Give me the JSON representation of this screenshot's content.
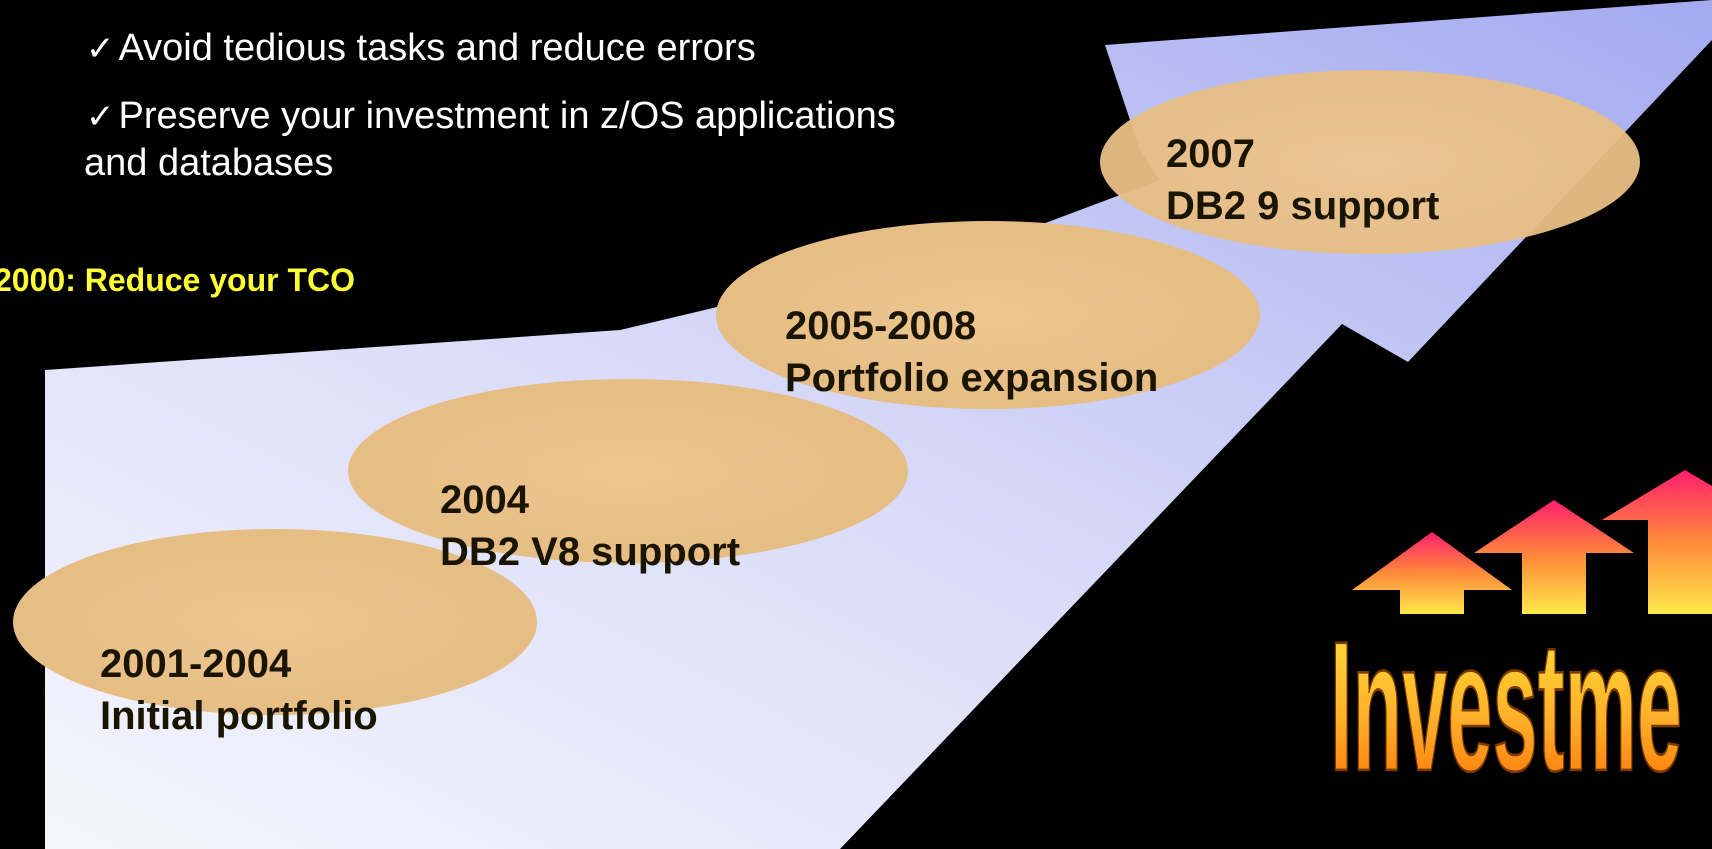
{
  "bullets": [
    {
      "icon": "check-mark-icon",
      "text": "Avoid tedious tasks and reduce errors"
    },
    {
      "icon": "check-mark-icon",
      "text": "Preserve your investment in z/OS applications"
    }
  ],
  "bullet_continuation": "and databases",
  "tco_text": "2000: Reduce your TCO",
  "stages": [
    {
      "year": "2001-2004",
      "label": "Initial portfolio"
    },
    {
      "year": "2004",
      "label": "DB2 V8 support"
    },
    {
      "year": "2005-2008",
      "label": "Portfolio expansion"
    },
    {
      "year": "2007",
      "label": "DB2 9 support"
    }
  ],
  "investment_logo_text": "Investme",
  "colors": {
    "background": "#000000",
    "ellipse_fill": "#e8c08a",
    "arrow_light": "#f4f4fc",
    "arrow_dark": "#a8b0f0",
    "tco_text": "#ffff33",
    "logo_top": "#ffef3a",
    "logo_bottom": "#ff7a00",
    "logo_arrow_top": "#ff2a6a"
  }
}
